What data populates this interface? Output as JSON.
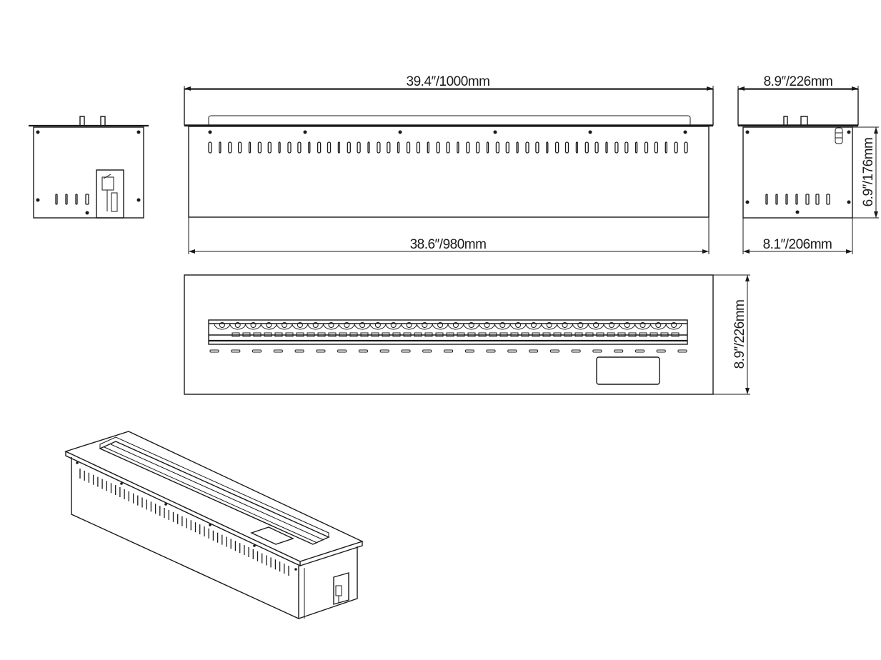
{
  "dimensions": {
    "front_overall_width": "39.4″/1000mm",
    "front_body_width": "38.6″/980mm",
    "side_overall_depth": "8.9″/226mm",
    "side_body_depth": "8.1″/206mm",
    "side_height": "6.9″/176mm",
    "top_depth": "8.9″/226mm"
  },
  "colors": {
    "line": "#1a1a1a",
    "background": "#ffffff"
  }
}
